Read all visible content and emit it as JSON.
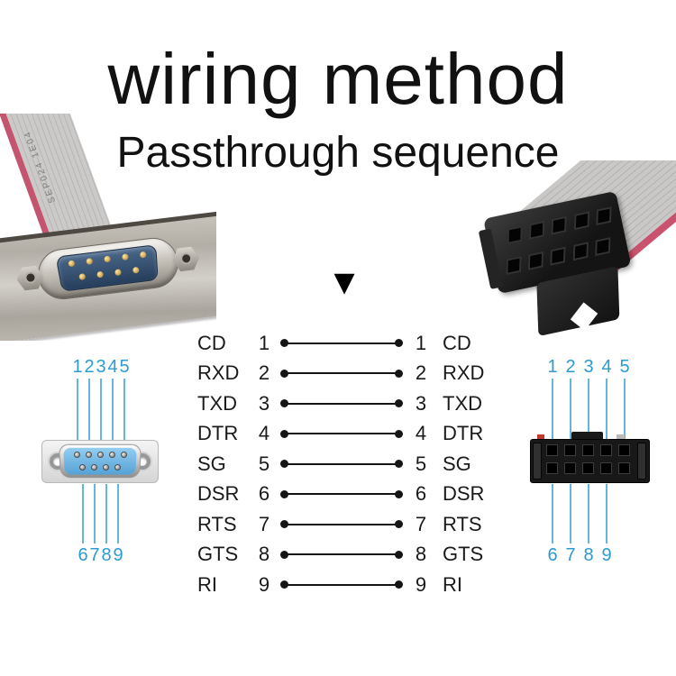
{
  "header": {
    "title": "wiring method",
    "subtitle": "Passthrough sequence"
  },
  "arrow": {
    "glyph": "▼"
  },
  "colors": {
    "accent_cyan": "#2d9bd1",
    "wire_black": "#151515",
    "ribbon_red_stripe": "#c9536e"
  },
  "photos": {
    "cable_marking": "SEP024 1E04"
  },
  "pin_map": {
    "rows": [
      {
        "left_label": "CD",
        "left_pin": "1",
        "right_pin": "1",
        "right_label": "CD"
      },
      {
        "left_label": "RXD",
        "left_pin": "2",
        "right_pin": "2",
        "right_label": "RXD"
      },
      {
        "left_label": "TXD",
        "left_pin": "3",
        "right_pin": "3",
        "right_label": "TXD"
      },
      {
        "left_label": "DTR",
        "left_pin": "4",
        "right_pin": "4",
        "right_label": "DTR"
      },
      {
        "left_label": "SG",
        "left_pin": "5",
        "right_pin": "5",
        "right_label": "SG"
      },
      {
        "left_label": "DSR",
        "left_pin": "6",
        "right_pin": "6",
        "right_label": "DSR"
      },
      {
        "left_label": "RTS",
        "left_pin": "7",
        "right_pin": "7",
        "right_label": "RTS"
      },
      {
        "left_label": "GTS",
        "left_pin": "8",
        "right_pin": "8",
        "right_label": "GTS"
      },
      {
        "left_label": "RI",
        "left_pin": "9",
        "right_pin": "9",
        "right_label": "RI"
      }
    ]
  },
  "db9_diagram": {
    "top_pins": [
      "1",
      "2",
      "3",
      "4",
      "5"
    ],
    "bottom_pins": [
      "6",
      "7",
      "8",
      "9"
    ]
  },
  "idc_diagram": {
    "top_pins": [
      "1",
      "2",
      "3",
      "4",
      "5"
    ],
    "bottom_pins": [
      "6",
      "7",
      "8",
      "9"
    ]
  }
}
